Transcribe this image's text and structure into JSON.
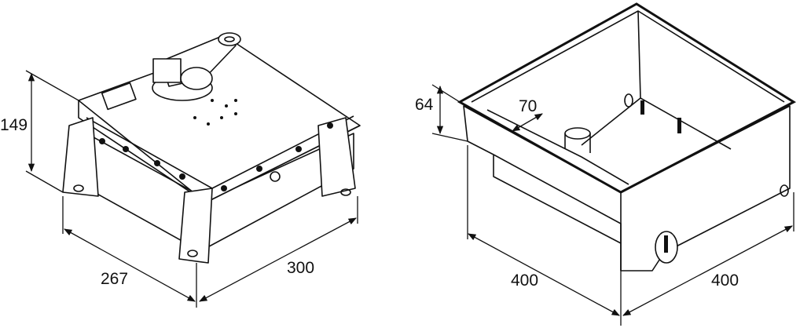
{
  "left_drawing": {
    "dimensions": {
      "height": "149",
      "depth": "267",
      "width": "300"
    }
  },
  "right_drawing": {
    "dimensions": {
      "rim_depth": "64",
      "inner_offset": "70",
      "depth": "400",
      "width": "400"
    }
  }
}
